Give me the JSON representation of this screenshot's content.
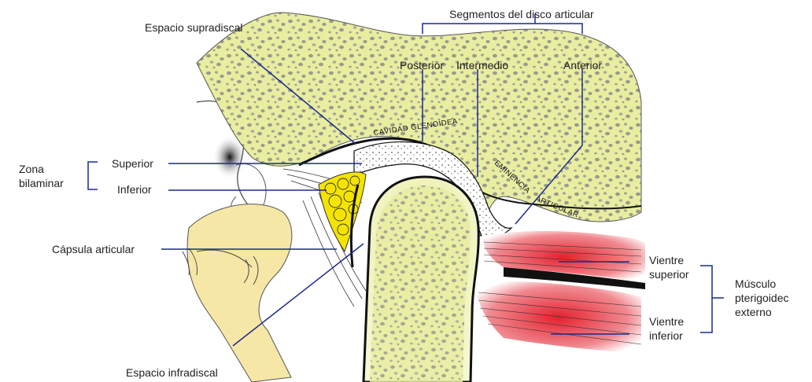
{
  "labels": {
    "espacio_supradiscal": "Espacio supradiscal",
    "segmentos_title": "Segmentos del disco articular",
    "posterior": "Posterior",
    "intermedio": "Intermedio",
    "anterior": "Anterior",
    "zona_bilaminar": "Zona\nbilaminar",
    "superior": "Superior",
    "inferior": "Inferior",
    "capsula_articular": "Cápsula articular",
    "espacio_infradiscal": "Espacio infradiscal",
    "vientre_superior": "Vientre\nsuperior",
    "vientre_inferior": "Vientre\ninferior",
    "musculo": "Músculo\npterigoidec\nexterno",
    "cavidad_glenoidea": "CAVIDAD GLENOIDEA",
    "eminencia_articular": "EMINENCIA ARTICULAR"
  },
  "colors": {
    "bone": "#e8eda0",
    "bone_light": "#f0f2c0",
    "cancellous": "#9a9a8e",
    "ear_cartilage": "#f7e7a6",
    "fat_pad": "#f4e400",
    "muscle": "#e63946",
    "leader": "#1a2a8f",
    "disc_line": "#111111"
  }
}
